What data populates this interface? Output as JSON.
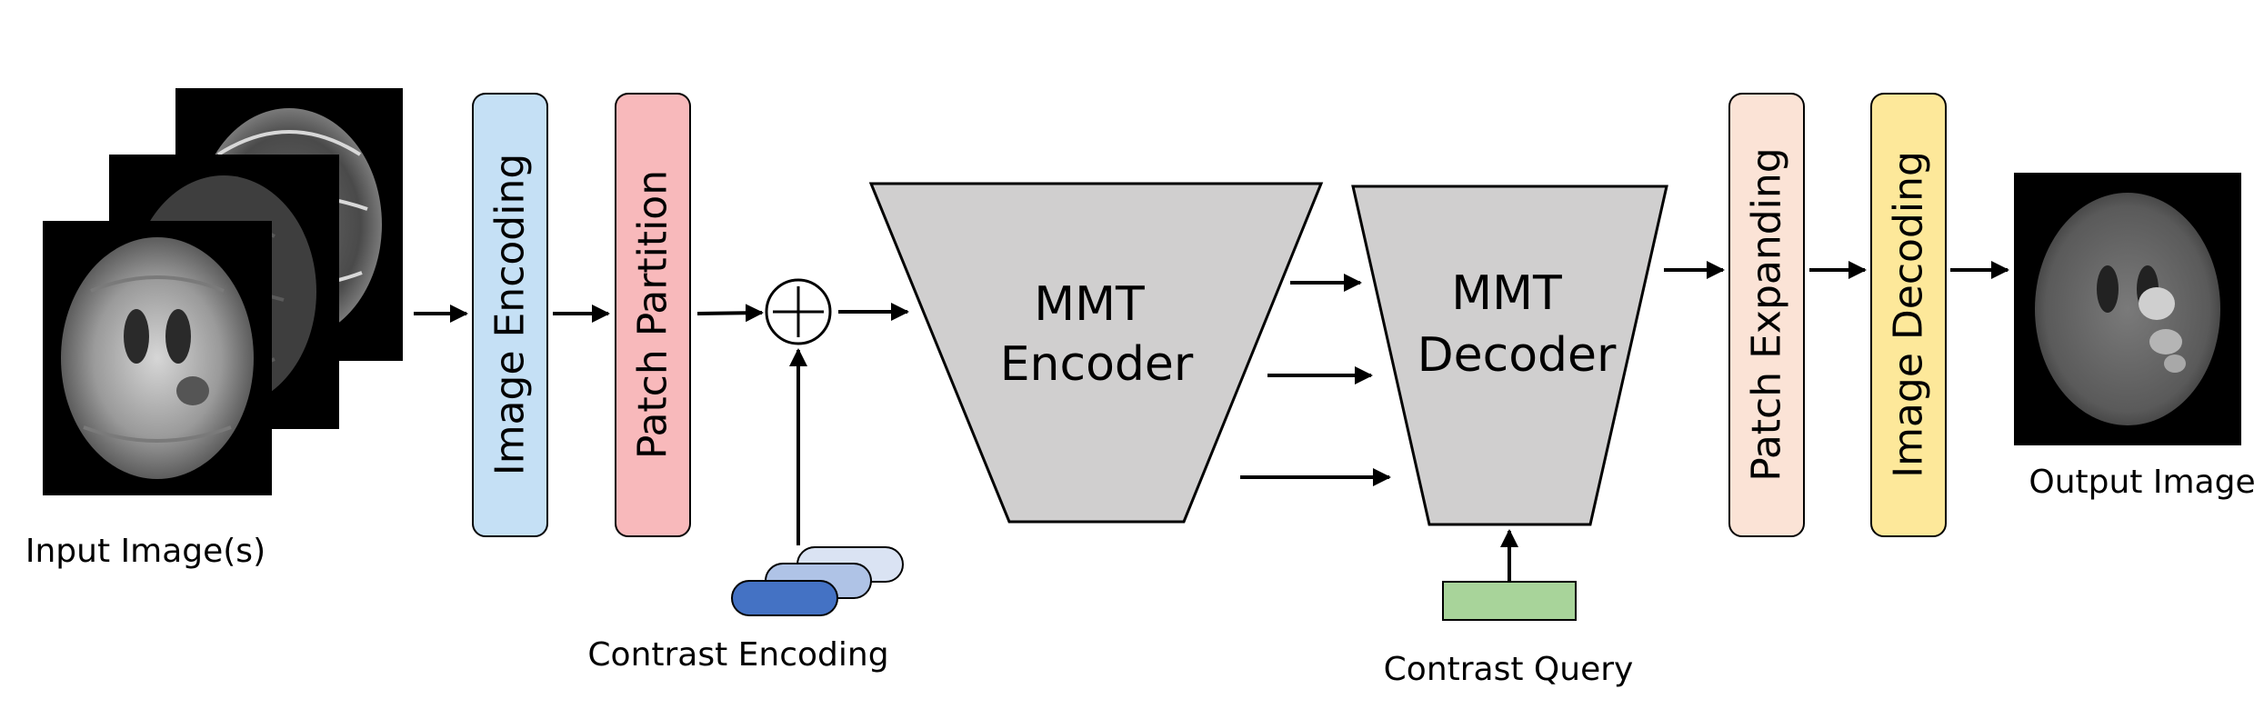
{
  "labels": {
    "input": "Input Image(s)",
    "image_encoding": "Image Encoding",
    "patch_partition": "Patch Partition",
    "contrast_encoding": "Contrast Encoding",
    "encoder_line1": "MMT",
    "encoder_line2": "Encoder",
    "decoder_line1": "MMT",
    "decoder_line2": "Decoder",
    "contrast_query": "Contrast Query",
    "patch_expanding": "Patch Expanding",
    "image_decoding": "Image Decoding",
    "output": "Output Image"
  },
  "colors": {
    "image_encoding": "#c5e0f5",
    "patch_partition": "#f8b9bb",
    "patch_expanding": "#fbe3d6",
    "image_decoding": "#fde89a",
    "mmt_block": "#d0cfcf",
    "contrast_query": "#a8d49a",
    "contrast_enc_dark": "#4472c4",
    "contrast_enc_mid": "#afc3e6",
    "contrast_enc_light": "#dae3f3"
  }
}
